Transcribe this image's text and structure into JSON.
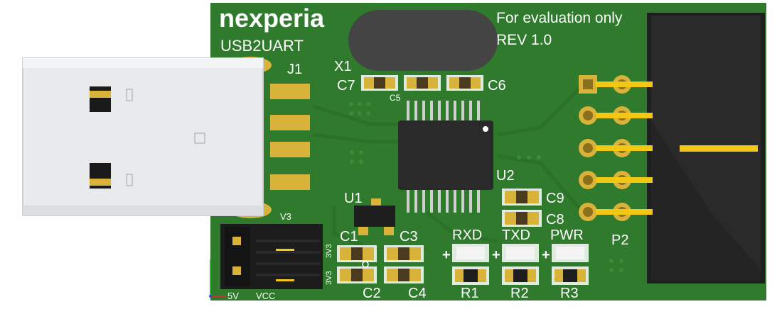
{
  "board": {
    "brand": "nexperia",
    "product": "USB2UART",
    "notice": "For evaluation only",
    "revision": "REV 1.0"
  },
  "labels": {
    "j1": "J1",
    "x1": "X1",
    "c5": "C5",
    "c6": "C6",
    "c7": "C7",
    "c8": "C8",
    "c9": "C9",
    "u1": "U1",
    "u2": "U2",
    "c1": "C1",
    "c2": "C2",
    "c3": "C3",
    "c4": "C4",
    "rxd": "RXD",
    "txd": "TXD",
    "pwr": "PWR",
    "r1": "R1",
    "r2": "R2",
    "r3": "R3",
    "p2": "P2",
    "v3": "V3",
    "v5": "5V",
    "vcc": "VCC",
    "v3v3a": "3V3",
    "v3v3b": "3V3",
    "plus1": "+",
    "plus2": "+",
    "plus3": "+"
  },
  "colors": {
    "pcb": "#2f7a2c",
    "pcb_dark": "#276a25",
    "gold": "#d9b23a",
    "pin_yellow": "#f2c814",
    "chip": "#2a2a2a",
    "usb_plug": "#e9eaec"
  }
}
